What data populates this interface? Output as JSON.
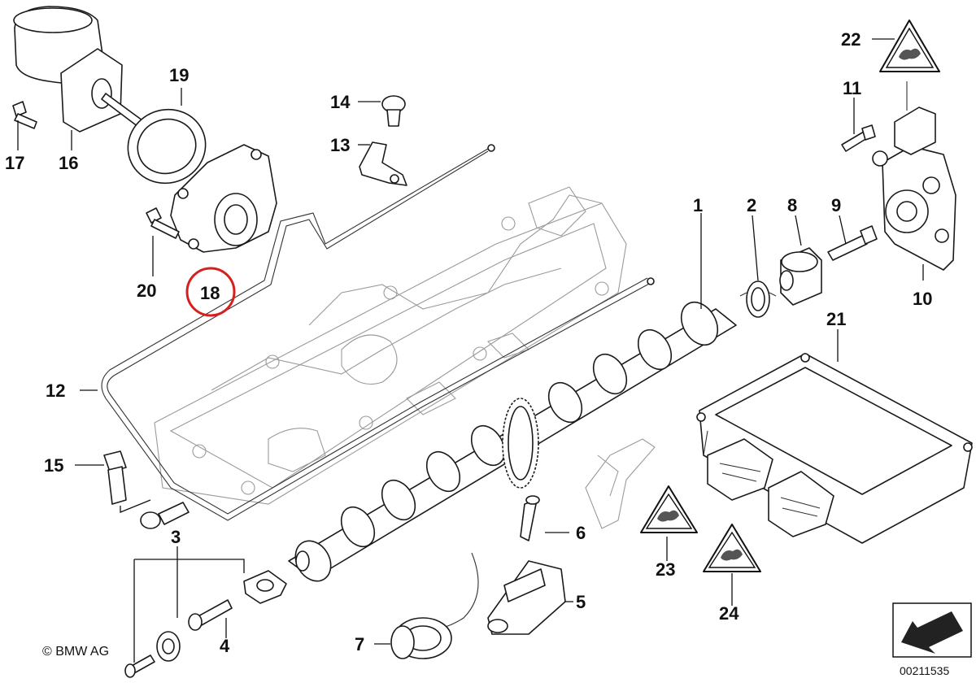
{
  "diagram": {
    "callouts": {
      "c1": "1",
      "c2": "2",
      "c3": "3",
      "c4": "4",
      "c5": "5",
      "c6": "6",
      "c7": "7",
      "c8": "8",
      "c9": "9",
      "c10": "10",
      "c11": "11",
      "c12": "12",
      "c13": "13",
      "c14": "14",
      "c15": "15",
      "c16": "16",
      "c17": "17",
      "c18": "18",
      "c19": "19",
      "c20": "20",
      "c21": "21",
      "c22": "22",
      "c23": "23",
      "c24": "24"
    },
    "highlighted_callout": "18",
    "highlight_color": "#d62020",
    "copyright": "© BMW AG",
    "diagram_number": "00211535",
    "icons": [
      "warning-triangle-icon",
      "arrow-icon"
    ]
  }
}
